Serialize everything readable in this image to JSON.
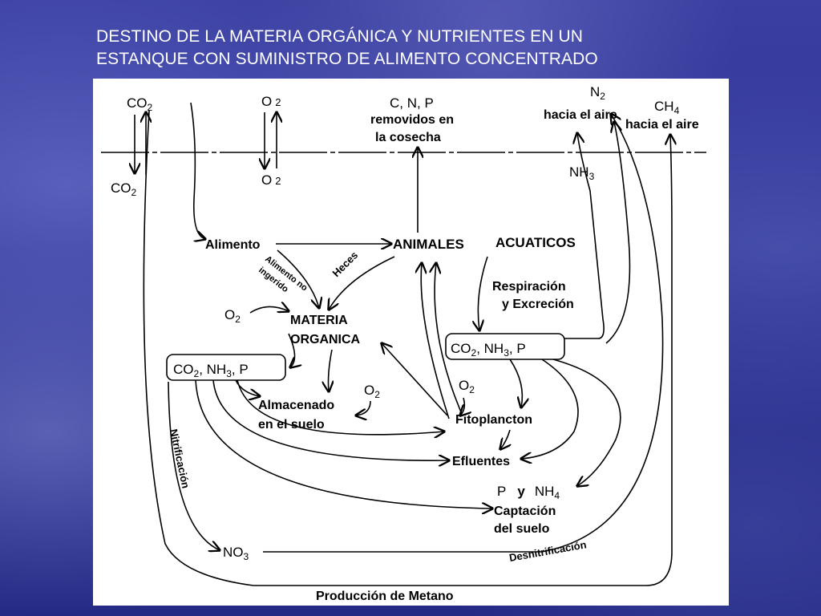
{
  "slide": {
    "title_line1": "DESTINO DE LA MATERIA ORGÁNICA Y NUTRIENTES EN UN",
    "title_line2": "ESTANQUE CON SUMINISTRO DE ALIMENTO CONCENTRADO"
  },
  "diagram": {
    "atmosphere": {
      "co2_top": "CO",
      "co2_bottom": "CO",
      "o2_top": "O",
      "o2_bottom": "O",
      "subscript_2": "2",
      "cnp_removed_line1": "C, N, P",
      "cnp_removed_line2": "removidos en",
      "cnp_removed_line3": "la cosecha",
      "n2_symbol": "N",
      "n2_to_air": "hacia el aire",
      "ch4_symbol": "CH",
      "ch4_subscript": "4",
      "ch4_to_air": "hacia el aire",
      "nh3_symbol": "NH",
      "nh3_subscript": "3"
    },
    "nodes": {
      "alimento": "Alimento",
      "animales_1": "ANIMALES",
      "animales_2": "ACUATICOS",
      "alimento_no_ingerido_1": "Alimento no",
      "alimento_no_ingerido_2": "ingerido",
      "heces": "Heces",
      "respiracion_1": "Respiración",
      "respiracion_2": "y  Excreción",
      "materia_1": "MATERIA",
      "materia_2": "ORGANICA",
      "o2_left": "O",
      "o2_mid": "O",
      "o2_right": "O",
      "box_left_co2": "CO",
      "box_left_nh3": ", NH",
      "box_left_p": ",  P",
      "box_right_co2": "CO",
      "box_right_nh3": ", NH",
      "box_right_p": ",  P",
      "almacenado_1": "Almacenado",
      "almacenado_2": "en el suelo",
      "fitoplancton": "Fitoplancton",
      "efluentes": "Efluentes",
      "p_y_nh4_p": "P",
      "p_y_nh4_y": "y",
      "p_y_nh4_nh": "NH",
      "p_y_nh4_sub": "4",
      "captacion_1": "Captación",
      "captacion_2": "del suelo",
      "nitrificacion": "Nitrificación",
      "no3": "NO",
      "no3_sub": "3",
      "desnitrificacion": "Desnitrificación",
      "produccion_metano": "Producción de Metano"
    }
  }
}
